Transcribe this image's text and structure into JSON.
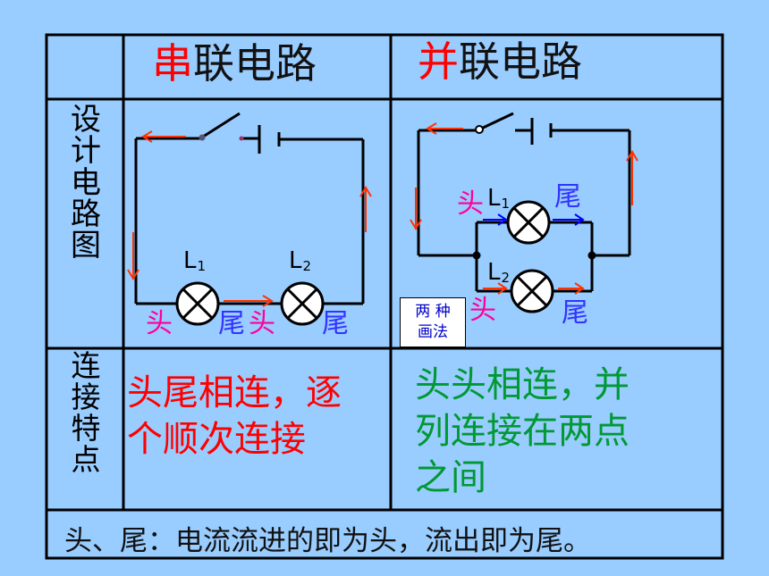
{
  "header": {
    "series_first": "串",
    "series_rest": "联电路",
    "parallel_first": "并",
    "parallel_rest": "联电路"
  },
  "row_labels": {
    "design": [
      "设",
      "计",
      "电",
      "路",
      "图"
    ],
    "features": [
      "连",
      "接",
      "特",
      "点"
    ]
  },
  "series_diagram": {
    "lamp1": "L",
    "lamp1_sub": "1",
    "lamp2": "L",
    "lamp2_sub": "2",
    "head": "头",
    "tail": "尾"
  },
  "parallel_diagram": {
    "lamp1": "L",
    "lamp1_sub": "1",
    "lamp2": "L",
    "lamp2_sub": "2",
    "head": "头",
    "tail": "尾",
    "note": "两 种\n画法"
  },
  "features": {
    "series_line1": "头尾相连，逐",
    "series_line2": "个顺次连接",
    "parallel_line1": "头头相连，并",
    "parallel_line2": "列连接在两点",
    "parallel_line3": "之间"
  },
  "footer": "头、尾：电流流进的即为头，流出即为尾。",
  "colors": {
    "background": "#99ccff",
    "red": "#ff0000",
    "blue": "#3333ff",
    "magenta": "#ff0099",
    "green": "#009933",
    "wire": "#000000",
    "arrow": "#ff3300"
  }
}
